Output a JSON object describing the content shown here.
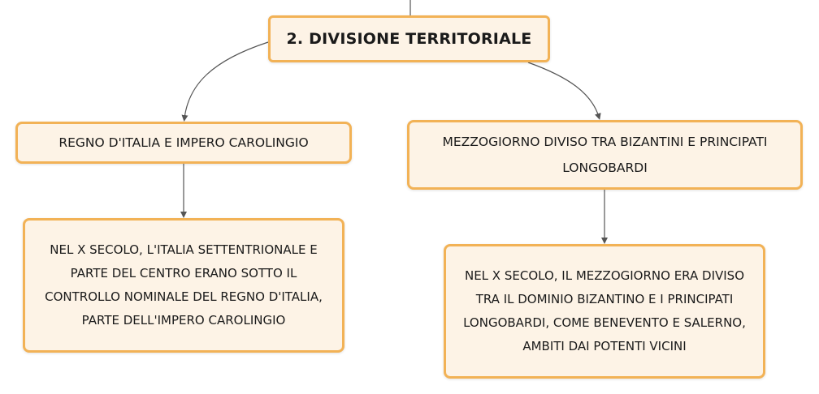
{
  "colors": {
    "node_fill": "#fdf3e6",
    "node_border": "#f2b256",
    "connector": "#555555"
  },
  "map": {
    "root": {
      "title": "2. DIVISIONE TERRITORIALE"
    },
    "left_branch": {
      "label": "REGNO D'ITALIA E IMPERO CAROLINGIO",
      "detail": "NEL X SECOLO, L'ITALIA SETTENTRIONALE E PARTE DEL CENTRO ERANO SOTTO IL CONTROLLO NOMINALE DEL REGNO D'ITALIA, PARTE DELL'IMPERO CAROLINGIO"
    },
    "right_branch": {
      "label": "MEZZOGIORNO DIVISO TRA BIZANTINI E PRINCIPATI LONGOBARDI",
      "detail": "NEL X SECOLO, IL MEZZOGIORNO ERA DIVISO TRA IL DOMINIO BIZANTINO E I PRINCIPATI LONGOBARDI, COME BENEVENTO E SALERNO, AMBITI DAI POTENTI VICINI"
    }
  }
}
